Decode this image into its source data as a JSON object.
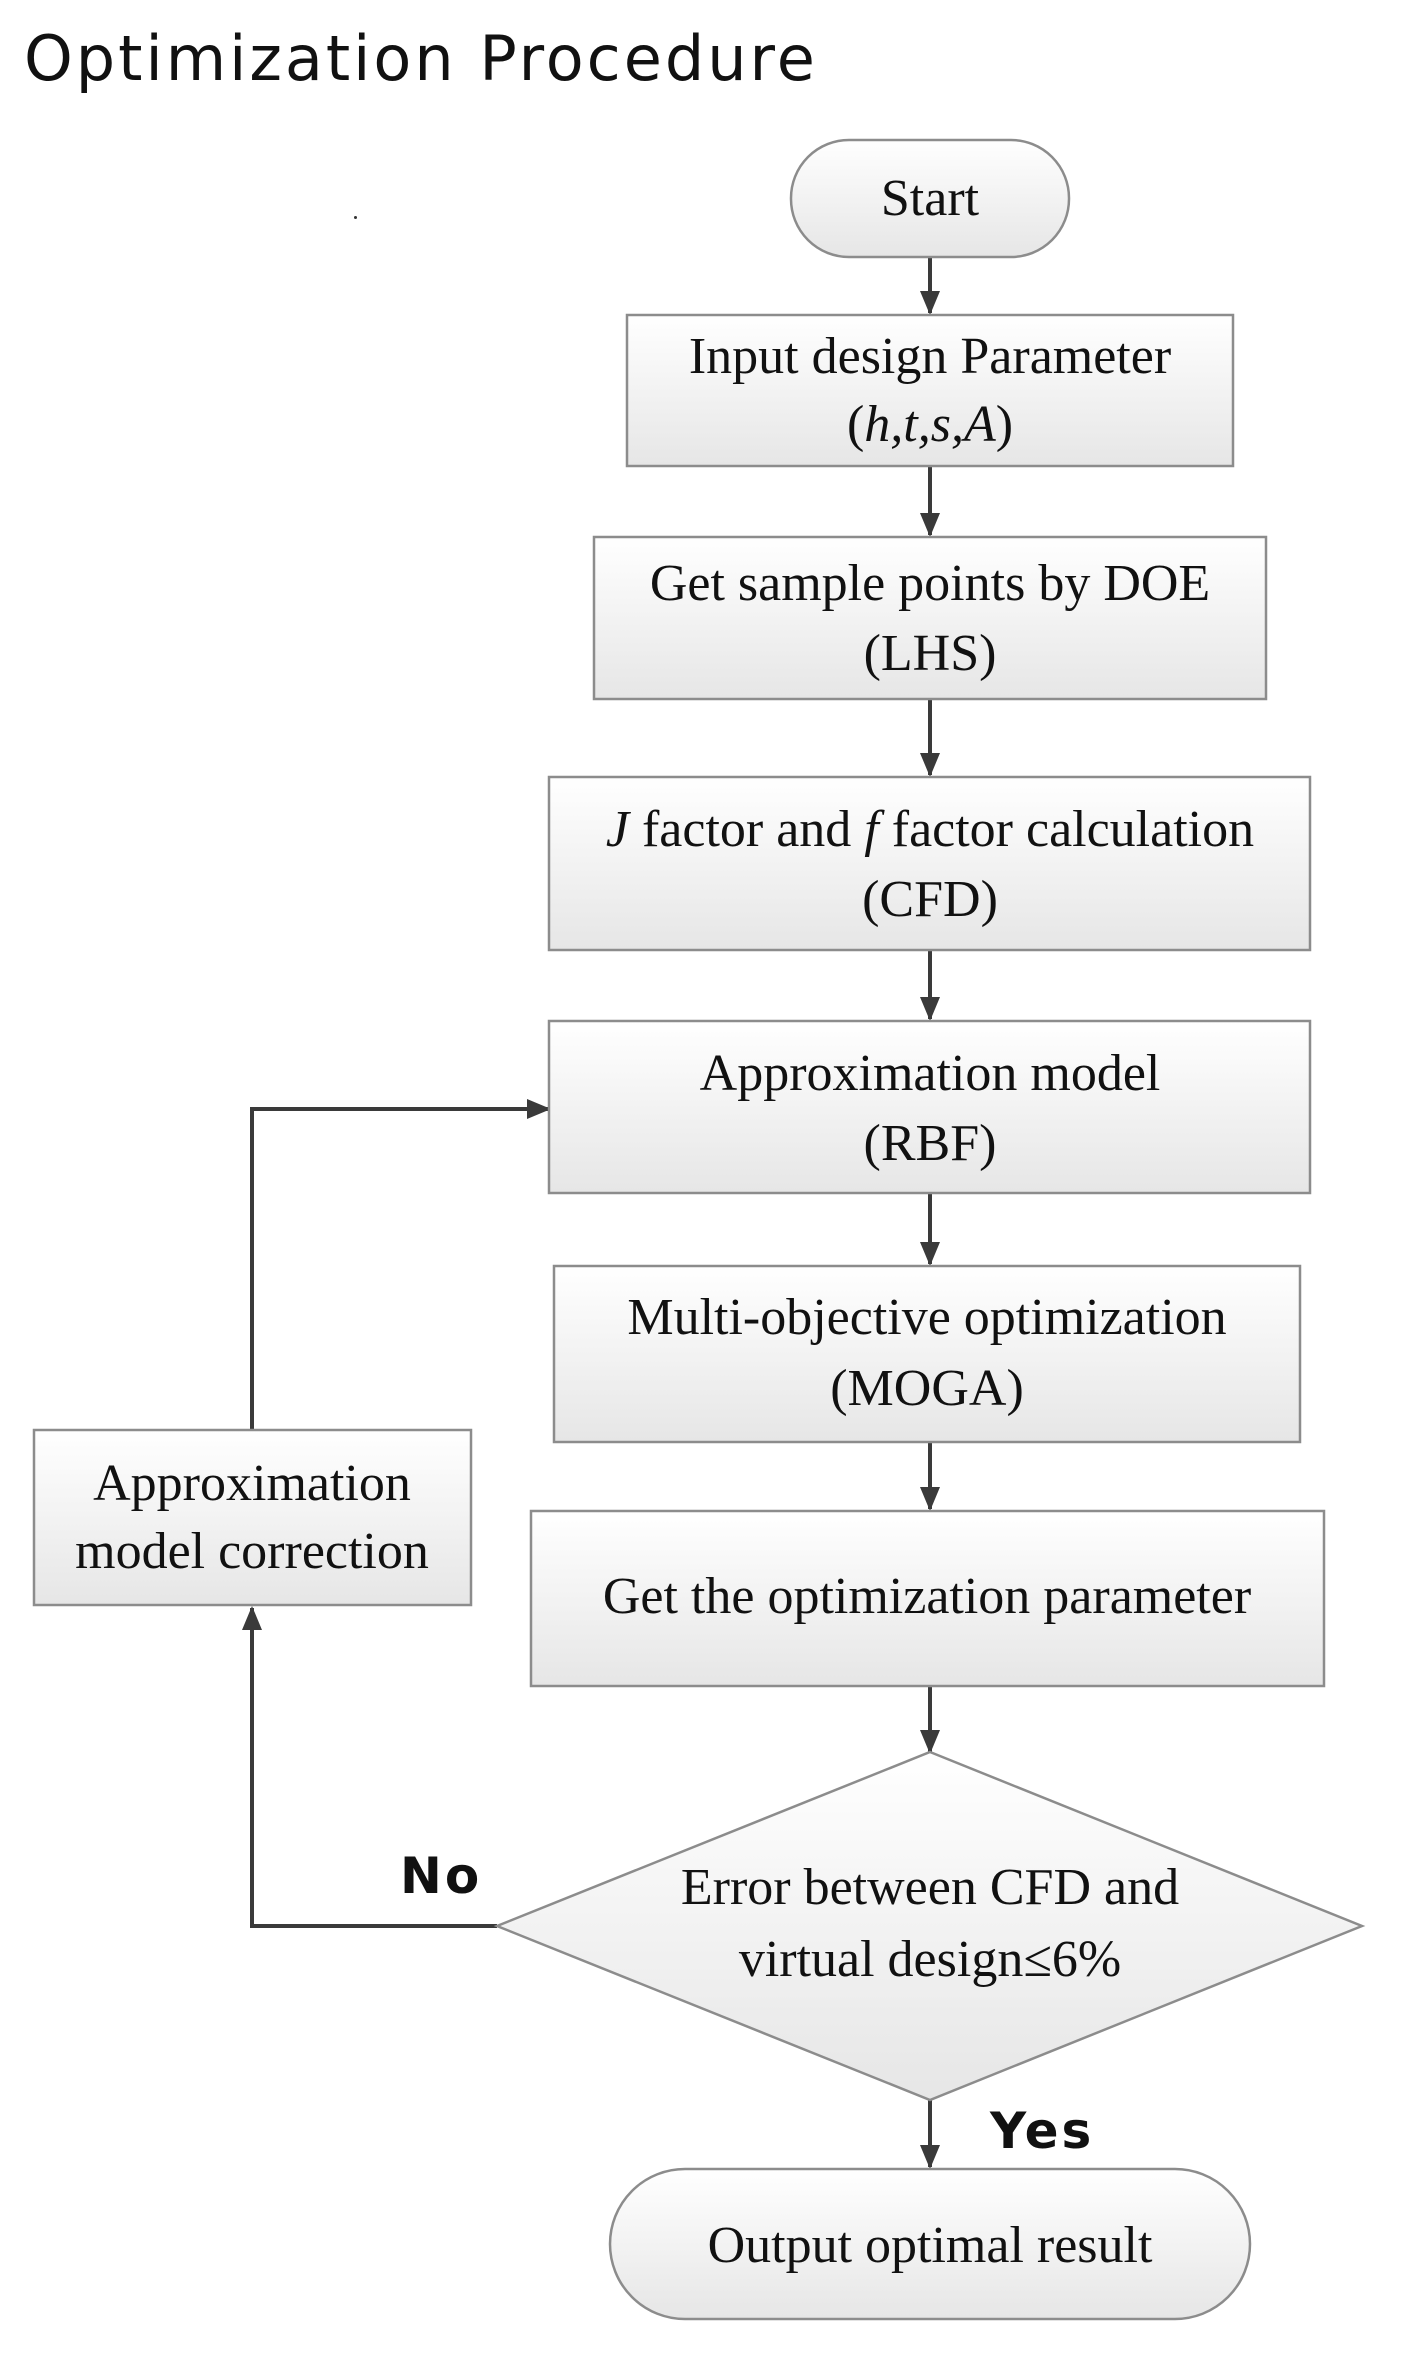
{
  "title": "Optimization Procedure",
  "colors": {
    "box_fill_top": "#ffffff",
    "box_fill_bottom": "#e6e6e6",
    "stroke": "#8c8c8c",
    "arrow": "#3a3a3a",
    "text": "#111111"
  },
  "nodes": {
    "start": {
      "line1": "Start"
    },
    "input_params": {
      "line1": "Input design Parameter",
      "line2_open": "(",
      "line2_vars": "h,t,s,A",
      "line2_close": ")"
    },
    "sample_points": {
      "line1": "Get sample points by DOE",
      "line2": "(LHS)"
    },
    "factor_calc": {
      "j_symbol": "J",
      "j_text": " factor and ",
      "f_symbol": "f",
      "f_text": " factor calculation",
      "line2": "(CFD)"
    },
    "approx_model": {
      "line1": "Approximation model",
      "line2": "(RBF)"
    },
    "moga": {
      "line1": "Multi-objective optimization",
      "line2": "(MOGA)"
    },
    "get_params": {
      "line1": "Get the optimization parameter"
    },
    "decision": {
      "line1": "Error between CFD and",
      "line2": "virtual design≤6%"
    },
    "correction": {
      "line1": "Approximation",
      "line2": "model correction"
    },
    "output": {
      "line1": "Output optimal result"
    }
  },
  "labels": {
    "no": "No",
    "yes": "Yes"
  }
}
